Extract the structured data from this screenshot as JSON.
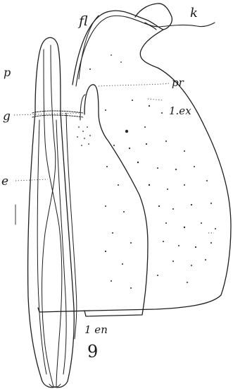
{
  "figure": {
    "number": "9",
    "labels": {
      "fl": "fl",
      "k": "k",
      "p": "p",
      "pr": "pr",
      "g": "g",
      "ex1": "1.ex",
      "e": "e",
      "en1": "1 en"
    }
  }
}
